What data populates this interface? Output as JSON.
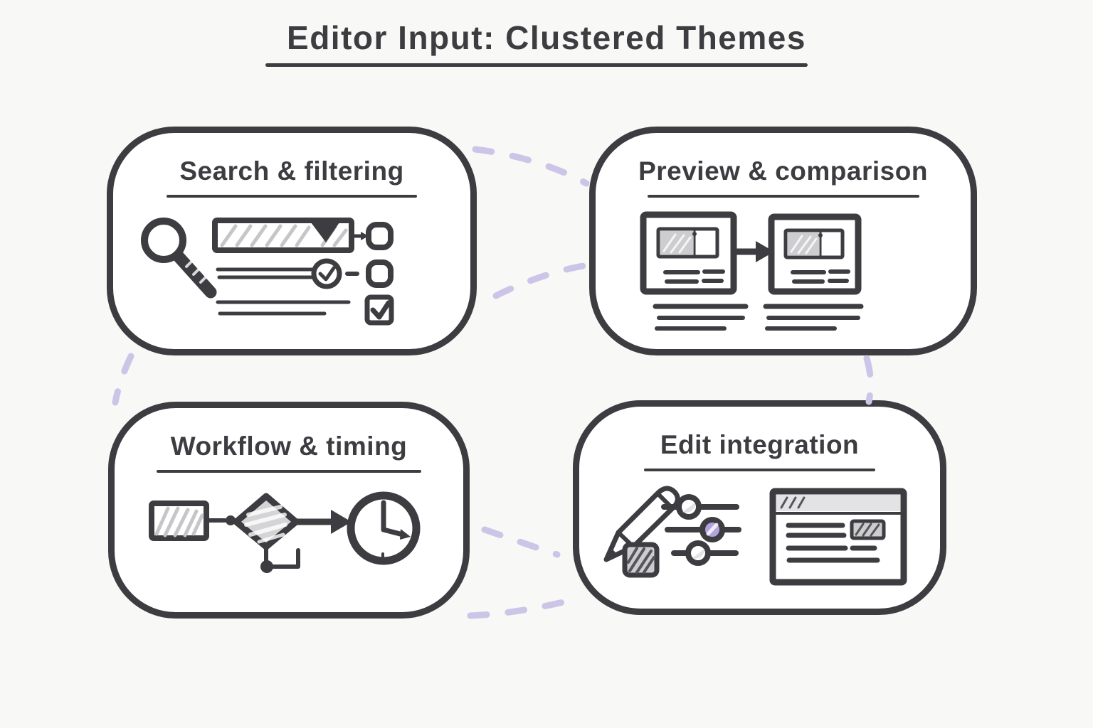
{
  "title": "Editor Input: Clustered Themes",
  "colors": {
    "ink": "#3c3c41",
    "paper": "#f8f8f6",
    "card": "#ffffff",
    "accent": "#cdc5e8",
    "accent-strong": "#b2a3e0",
    "sketch-gray": "#cdcdd0",
    "hatch-gray": "#c6c6c9"
  },
  "clusters": [
    {
      "label": "Search & filtering",
      "icons": [
        "magnifier-icon",
        "search-bar-sketch",
        "dropdown-caret-icon",
        "option-box",
        "slider-with-check-icon",
        "text-lines",
        "checkbox-checked-icon"
      ]
    },
    {
      "label": "Preview & comparison",
      "icons": [
        "preview-card-before",
        "transform-arrow-icon",
        "preview-card-after",
        "caption-lines"
      ]
    },
    {
      "label": "Workflow & timing",
      "icons": [
        "process-step-icon",
        "decision-diamond-icon",
        "flow-arrow-icon",
        "branch-connector",
        "clock-icon"
      ]
    },
    {
      "label": "Edit integration",
      "icons": [
        "pencil-icon",
        "swatch-square-icon",
        "sliders-icon",
        "window-mockup-icon"
      ]
    }
  ]
}
